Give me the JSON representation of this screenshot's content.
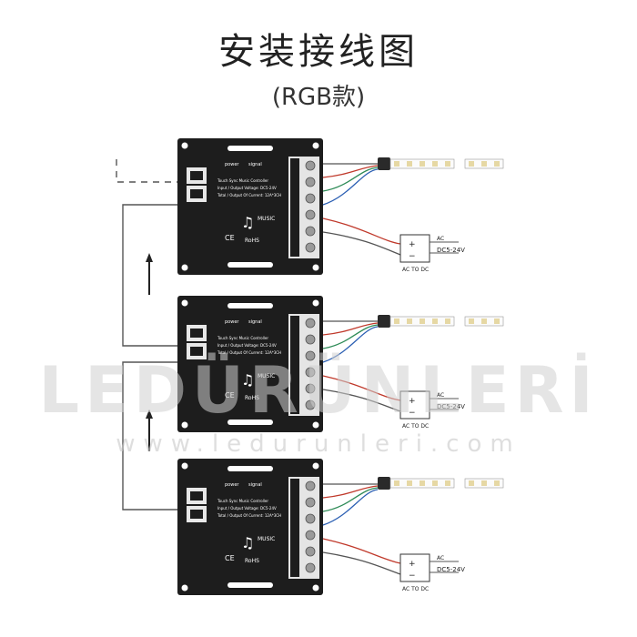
{
  "title": "安装接线图",
  "subtitle": "(RGB款)",
  "watermark": {
    "brand": "LEDÜRÜNLERİ",
    "url": "www.ledurunleri.com"
  },
  "controller": {
    "label_power": "power",
    "label_signal": "signal",
    "label_product": "Touch Sync Music Controller",
    "label_input": "Input / Output Voltage: DC5-24V",
    "label_total": "Total / Output Of Current: 12A*3CH",
    "label_music": "MUSIC",
    "label_ce": "CE",
    "label_rohs": "RoHS"
  },
  "power_supply": {
    "plus": "+",
    "minus": "−",
    "ac": "AC",
    "dc": "DC5-24V",
    "caption": "AC TO DC"
  },
  "colors": {
    "device": "#1d1d1d",
    "wire_red": "#c0392b",
    "wire_green": "#2e8b57",
    "wire_blue": "#2b5fb3",
    "line": "#555555",
    "watermark": "#d6d6d6"
  }
}
